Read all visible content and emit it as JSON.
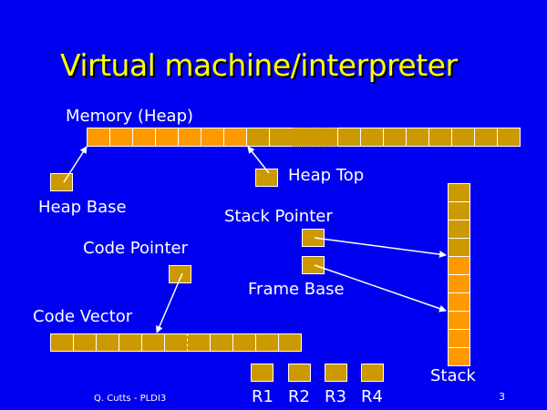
{
  "title": "Virtual machine/interpreter",
  "labels": {
    "memory": "Memory (Heap)",
    "heap_top": "Heap Top",
    "heap_base": "Heap Base",
    "stack_pointer": "Stack Pointer",
    "code_pointer": "Code Pointer",
    "frame_base": "Frame Base",
    "code_vector": "Code Vector",
    "stack": "Stack",
    "registers": [
      "R1",
      "R2",
      "R3",
      "R4"
    ]
  },
  "footer": {
    "author": "Q. Cutts  -  PLDI3",
    "page": "3"
  },
  "heap": {
    "used_cells": 7,
    "cells": [
      "used",
      "used",
      "used",
      "used",
      "used",
      "used",
      "used",
      "free",
      "free",
      "gap",
      "free",
      "free",
      "free",
      "free",
      "free",
      "free",
      "free",
      "free"
    ]
  },
  "stack": {
    "cells": [
      "free",
      "free",
      "free",
      "free",
      "used",
      "used",
      "used",
      "used",
      "used",
      "used"
    ]
  },
  "code_vector": {
    "cells": 11
  },
  "colors": {
    "background": "#0000f0",
    "title": "#ffff00",
    "used": "#ff9900",
    "free": "#cc9900"
  }
}
